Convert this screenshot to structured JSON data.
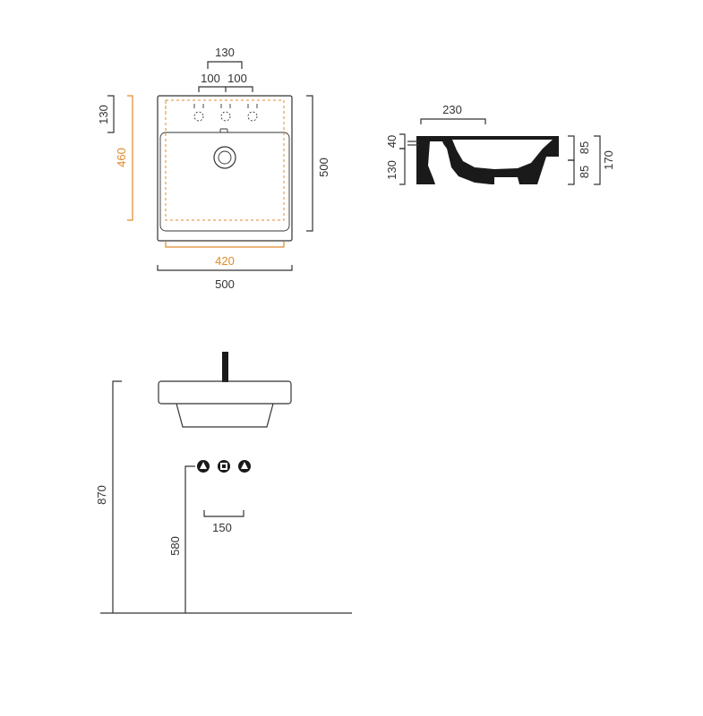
{
  "colors": {
    "line": "#333333",
    "accent": "#e08a2a",
    "fill": "#1a1a1a"
  },
  "top_view": {
    "dim_tap_span": "130",
    "dim_tap_left": "100",
    "dim_tap_right": "100",
    "dim_rim_depth": "130",
    "dim_inner_depth": "460",
    "dim_outer_depth": "500",
    "dim_inner_width": "420",
    "dim_outer_width": "500"
  },
  "side_section": {
    "dim_bowl_width": "230",
    "dim_rim_top": "40",
    "dim_left_height": "130",
    "dim_right_upper": "85",
    "dim_right_lower": "85",
    "dim_total_height": "170"
  },
  "elevation": {
    "dim_install_height": "870",
    "dim_valve_height": "580",
    "dim_valve_spacing": "150"
  }
}
